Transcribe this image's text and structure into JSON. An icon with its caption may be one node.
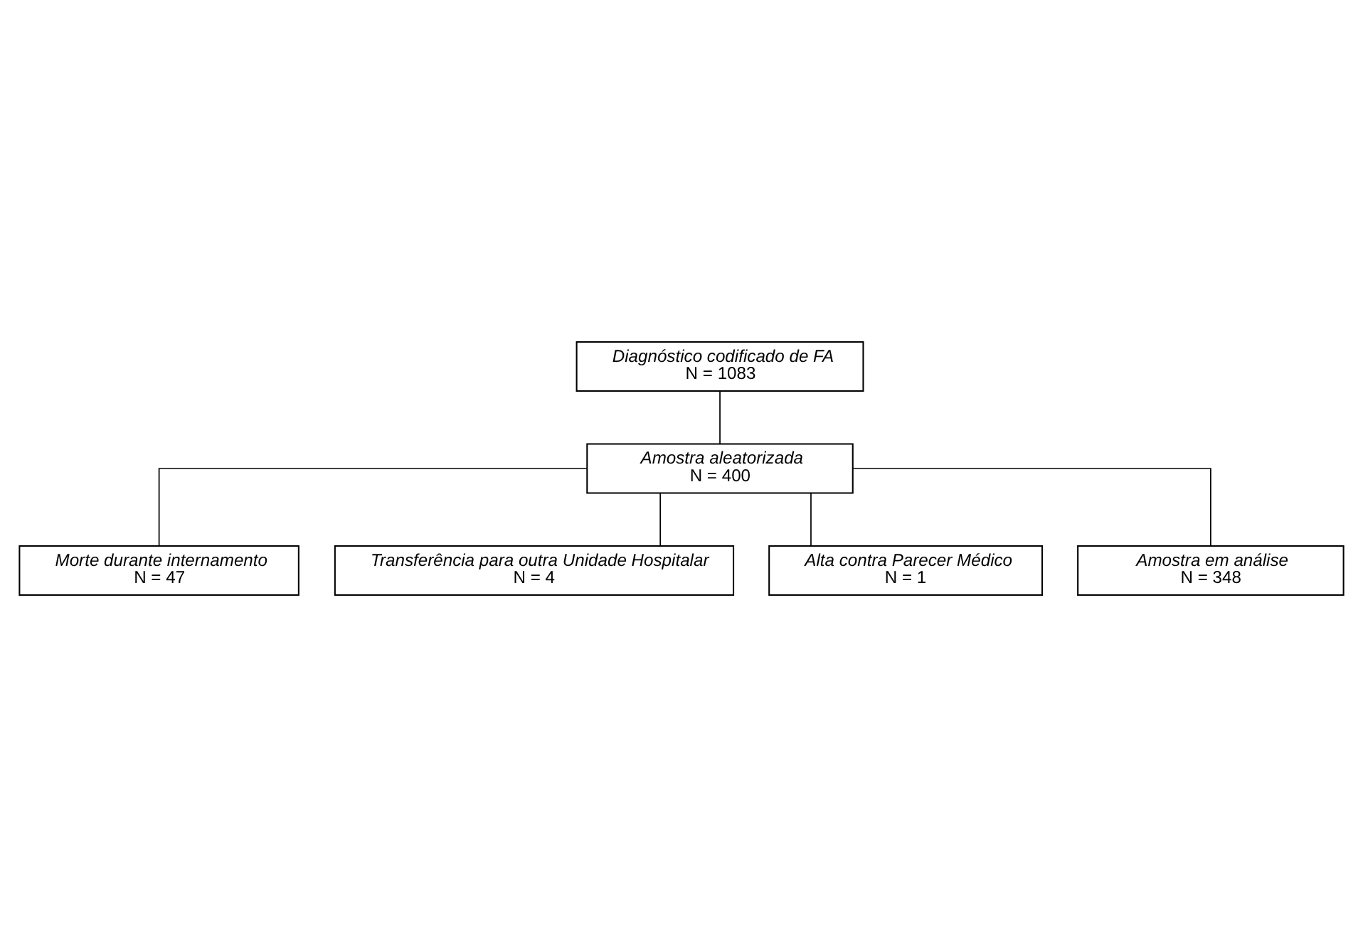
{
  "diagram": {
    "nodes": [
      {
        "text": [
          "Diagnóstico codificado de FA",
          "N = 1083"
        ]
      },
      {
        "text": [
          "Amostra aleatorizada",
          "N = 400"
        ]
      },
      {
        "text": [
          "Morte durante internamento",
          "N = 47"
        ]
      },
      {
        "text": [
          "Transferência para outra Unidade Hospitalar",
          "N = 4"
        ]
      },
      {
        "text": [
          "Alta contra Parecer Médico",
          "N = 1"
        ]
      },
      {
        "text": [
          "Amostra em análise",
          "N = 348"
        ]
      }
    ],
    "edges": [
      {
        "from": 0,
        "to": 1,
        "arrow": "none"
      },
      {
        "from": 1,
        "to": 2,
        "arrow": "none"
      },
      {
        "from": 1,
        "to": 3,
        "arrow": "none"
      },
      {
        "from": 1,
        "to": 4,
        "arrow": "none"
      },
      {
        "from": 1,
        "to": 5,
        "arrow": "none"
      }
    ]
  }
}
